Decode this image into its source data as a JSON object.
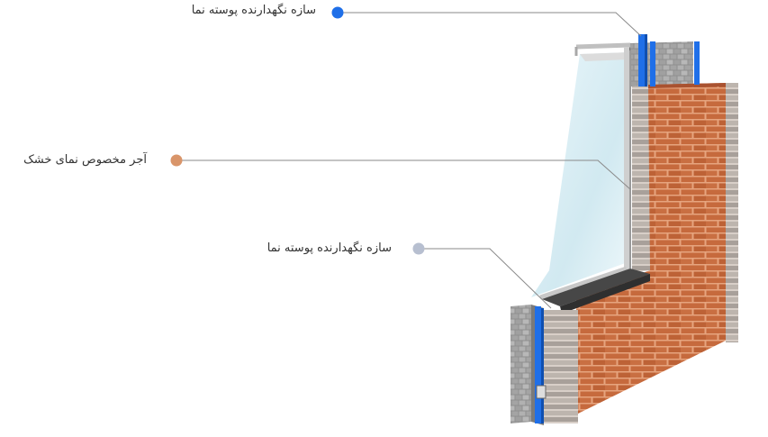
{
  "callouts": [
    {
      "text": "سازه نگهدارنده پوسته نما",
      "dot_color": "#1f6fe8"
    },
    {
      "text": "آجر مخصوص نمای خشک",
      "dot_color": "#d9956a"
    },
    {
      "text": "سازه نگهدارنده پوسته نما",
      "dot_color": "#b7bfd0"
    }
  ],
  "colors": {
    "brick": "#c9693c",
    "brick_dark": "#9e4e2a",
    "mortar": "#e8b08a",
    "block": "#a9a9a9",
    "steel_blue": "#1f6fe8",
    "glass": "#d8ecf3",
    "frame": "#c8c8c8",
    "sill": "#4a4a4a",
    "leader_line": "#888888"
  }
}
